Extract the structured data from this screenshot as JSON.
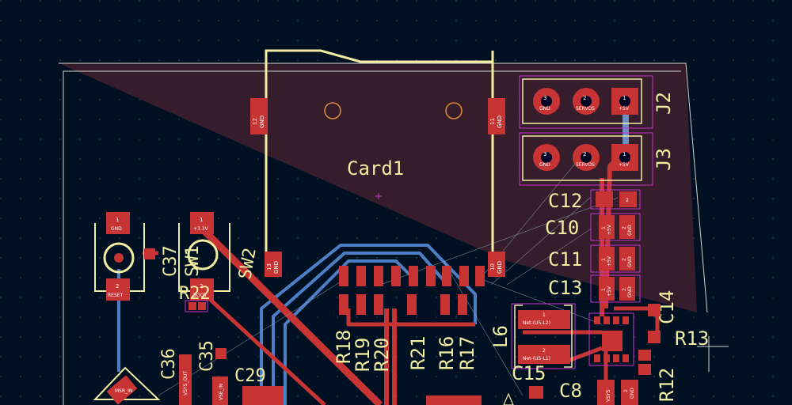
{
  "app": {
    "title": "PCB Editor"
  },
  "colors": {
    "background": "#001023",
    "silkscreen": "#f2eda1",
    "copper_front": "#c83434",
    "copper_back": "#4d7fc4",
    "courtyard": "#c832c8",
    "board_edge": "#d0d2cd",
    "ratsnest": "#8aa0b4",
    "zone_fill": "#3b1f2e"
  },
  "labels": {
    "card1": "Card1",
    "j2": "J2",
    "j3": "J3",
    "c12": "C12",
    "c10": "C10",
    "c11": "C11",
    "c13": "C13",
    "c14": "C14",
    "r13": "R13",
    "r12": "R12",
    "l6": "L6",
    "c15": "C15",
    "c8": "C8",
    "r18": "R18",
    "r19": "R19",
    "r20": "R20",
    "r21": "R21",
    "r16": "R16",
    "r17": "R17",
    "sw2": "SW2",
    "sw1": "SW1",
    "c37": "C37",
    "r22": "R22",
    "c36": "C36",
    "c35": "C35",
    "c29": "C29"
  },
  "pads": {
    "card_left_num": "12",
    "card_left_net": "GND",
    "card_right_num": "11",
    "card_right_net": "GND",
    "card_bl_num": "13",
    "card_bl_net": "GND",
    "card_br_num": "10",
    "card_br_net": "GND",
    "j_pin3": "3",
    "j_pin3_net": "GND",
    "j_pin2": "2",
    "j_pin2_net": "SERVOS",
    "j_pin1": "1",
    "j_pin1_net": "+5V",
    "sw2_pin1": "1",
    "sw2_pin1_net": "GND",
    "sw2_pin2": "2",
    "sw2_pin2_net": "RESET",
    "sw1_pin1": "1",
    "sw1_pin1_net": "+3.3V",
    "sw1_pin2": "2",
    "sw1_pin2_net": "BOOT",
    "cap_1": "1",
    "cap_2": "2",
    "net_5v": "+5V",
    "net_gnd": "GND",
    "l6_pin1": "1",
    "l6_pin1_net": "Net-(U5-L2)",
    "l6_pin2": "2",
    "l6_pin2_net": "Net-(U5-L1)",
    "vsys": "VSYS",
    "vsys_out": "VSYS_OUT",
    "vse_in": "VSE_IN",
    "msr_in": "MSR_IN"
  }
}
